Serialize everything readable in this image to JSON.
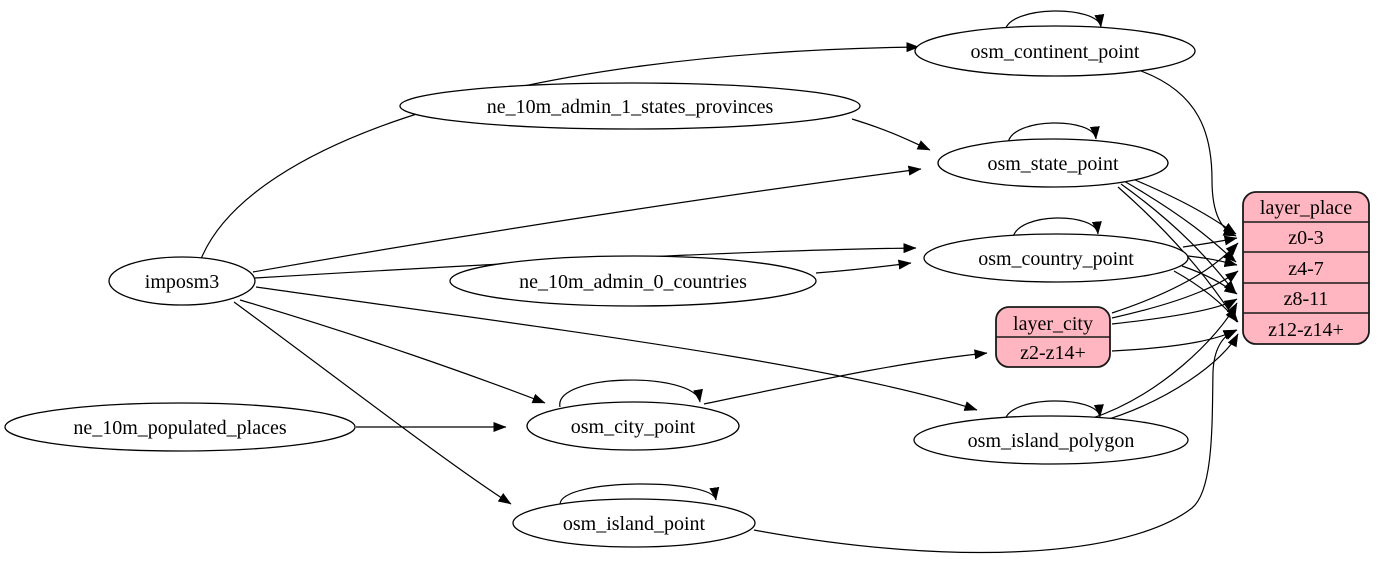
{
  "diagram": {
    "type": "directed-graph",
    "colors": {
      "table_fill": "#ffb6c1",
      "node_fill": "#ffffff",
      "edge_stroke": "#000000",
      "background": "#ffffff"
    },
    "nodes": {
      "imposm3": {
        "label": "imposm3"
      },
      "ne_10m_admin_1_states_provinces": {
        "label": "ne_10m_admin_1_states_provinces"
      },
      "ne_10m_admin_0_countries": {
        "label": "ne_10m_admin_0_countries"
      },
      "ne_10m_populated_places": {
        "label": "ne_10m_populated_places"
      },
      "osm_continent_point": {
        "label": "osm_continent_point"
      },
      "osm_state_point": {
        "label": "osm_state_point"
      },
      "osm_country_point": {
        "label": "osm_country_point"
      },
      "osm_city_point": {
        "label": "osm_city_point"
      },
      "osm_island_polygon": {
        "label": "osm_island_polygon"
      },
      "osm_island_point": {
        "label": "osm_island_point"
      },
      "layer_city": {
        "title": "layer_city",
        "rows": [
          "z2-z14+"
        ]
      },
      "layer_place": {
        "title": "layer_place",
        "rows": [
          "z0-3",
          "z4-7",
          "z8-11",
          "z12-z14+"
        ]
      }
    },
    "edges": [
      {
        "from": "imposm3",
        "to": "osm_continent_point"
      },
      {
        "from": "imposm3",
        "to": "osm_state_point"
      },
      {
        "from": "imposm3",
        "to": "osm_country_point"
      },
      {
        "from": "imposm3",
        "to": "osm_city_point"
      },
      {
        "from": "imposm3",
        "to": "osm_island_polygon"
      },
      {
        "from": "imposm3",
        "to": "osm_island_point"
      },
      {
        "from": "ne_10m_admin_1_states_provinces",
        "to": "osm_state_point"
      },
      {
        "from": "ne_10m_admin_0_countries",
        "to": "osm_country_point"
      },
      {
        "from": "ne_10m_populated_places",
        "to": "osm_city_point"
      },
      {
        "from": "osm_continent_point",
        "to": "osm_continent_point",
        "self": true
      },
      {
        "from": "osm_state_point",
        "to": "osm_state_point",
        "self": true
      },
      {
        "from": "osm_country_point",
        "to": "osm_country_point",
        "self": true
      },
      {
        "from": "osm_city_point",
        "to": "osm_city_point",
        "self": true
      },
      {
        "from": "osm_island_polygon",
        "to": "osm_island_polygon",
        "self": true
      },
      {
        "from": "osm_island_point",
        "to": "osm_island_point",
        "self": true
      },
      {
        "from": "osm_city_point",
        "to": "layer_city",
        "to_port": "z2-z14+"
      },
      {
        "from": "osm_continent_point",
        "to": "layer_place",
        "to_port": "z0-3"
      },
      {
        "from": "osm_state_point",
        "to": "layer_place",
        "to_port": "z0-3"
      },
      {
        "from": "osm_state_point",
        "to": "layer_place",
        "to_port": "z4-7"
      },
      {
        "from": "osm_state_point",
        "to": "layer_place",
        "to_port": "z8-11"
      },
      {
        "from": "osm_state_point",
        "to": "layer_place",
        "to_port": "z12-z14+"
      },
      {
        "from": "osm_country_point",
        "to": "layer_place",
        "to_port": "z0-3"
      },
      {
        "from": "osm_country_point",
        "to": "layer_place",
        "to_port": "z4-7"
      },
      {
        "from": "osm_country_point",
        "to": "layer_place",
        "to_port": "z8-11"
      },
      {
        "from": "osm_country_point",
        "to": "layer_place",
        "to_port": "z12-z14+"
      },
      {
        "from": "layer_city",
        "to": "layer_place",
        "to_port": "z0-3"
      },
      {
        "from": "layer_city",
        "to": "layer_place",
        "to_port": "z4-7"
      },
      {
        "from": "layer_city",
        "to": "layer_place",
        "to_port": "z8-11"
      },
      {
        "from": "layer_city",
        "to": "layer_place",
        "to_port": "z12-z14+"
      },
      {
        "from": "osm_island_polygon",
        "to": "layer_place",
        "to_port": "z8-11"
      },
      {
        "from": "osm_island_polygon",
        "to": "layer_place",
        "to_port": "z12-z14+"
      },
      {
        "from": "osm_island_point",
        "to": "layer_place",
        "to_port": "z12-z14+"
      }
    ]
  }
}
